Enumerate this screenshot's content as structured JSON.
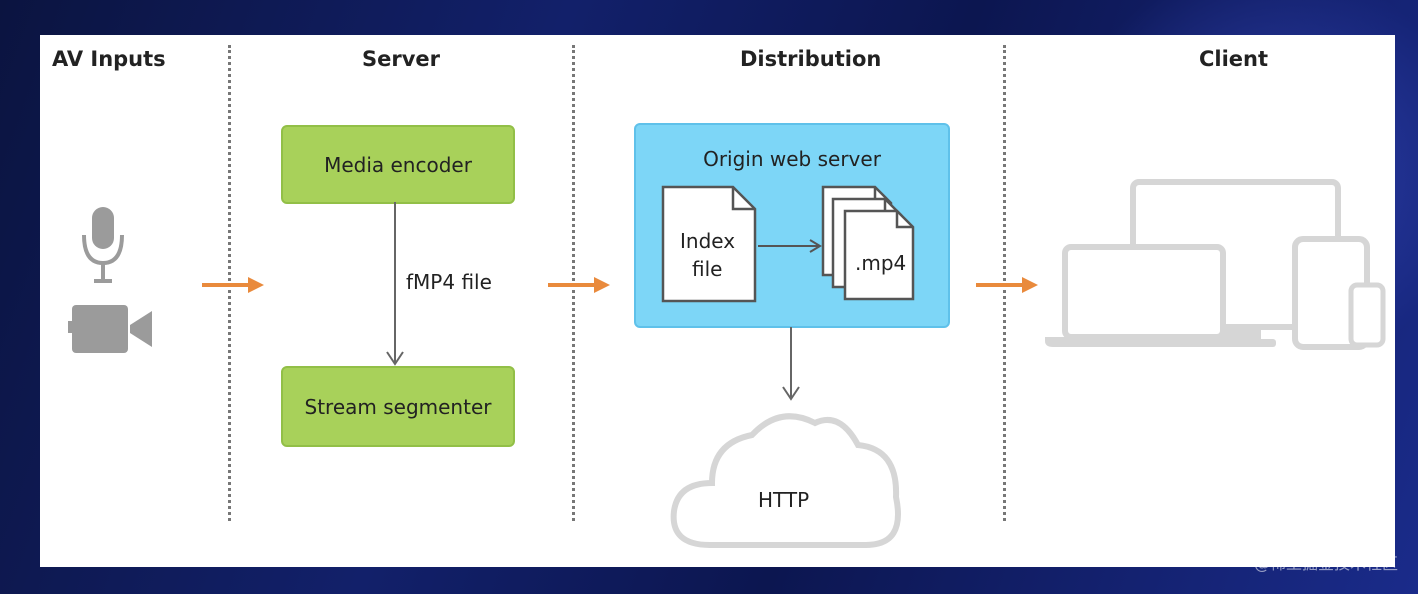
{
  "columns": {
    "av_inputs": "AV Inputs",
    "server": "Server",
    "distribution": "Distribution",
    "client": "Client"
  },
  "server": {
    "media_encoder": "Media encoder",
    "flow_label": "fMP4 file",
    "stream_segmenter": "Stream segmenter"
  },
  "distribution": {
    "origin_title": "Origin web server",
    "index_file_line1": "Index",
    "index_file_line2": "file",
    "mp4_label": ".mp4",
    "cloud_label": "HTTP"
  },
  "watermark": "@稀土掘金技术社区",
  "colors": {
    "arrow": "#e98a3c",
    "green_box": "#a8d15a",
    "blue_box": "#7dd6f7",
    "icon_gray": "#9b9b9b",
    "outline_gray": "#d6d6d6"
  },
  "icons": [
    "microphone-icon",
    "video-camera-icon",
    "document-icon",
    "cloud-icon",
    "laptop-icon",
    "monitor-icon",
    "tablet-icon",
    "phone-icon"
  ]
}
